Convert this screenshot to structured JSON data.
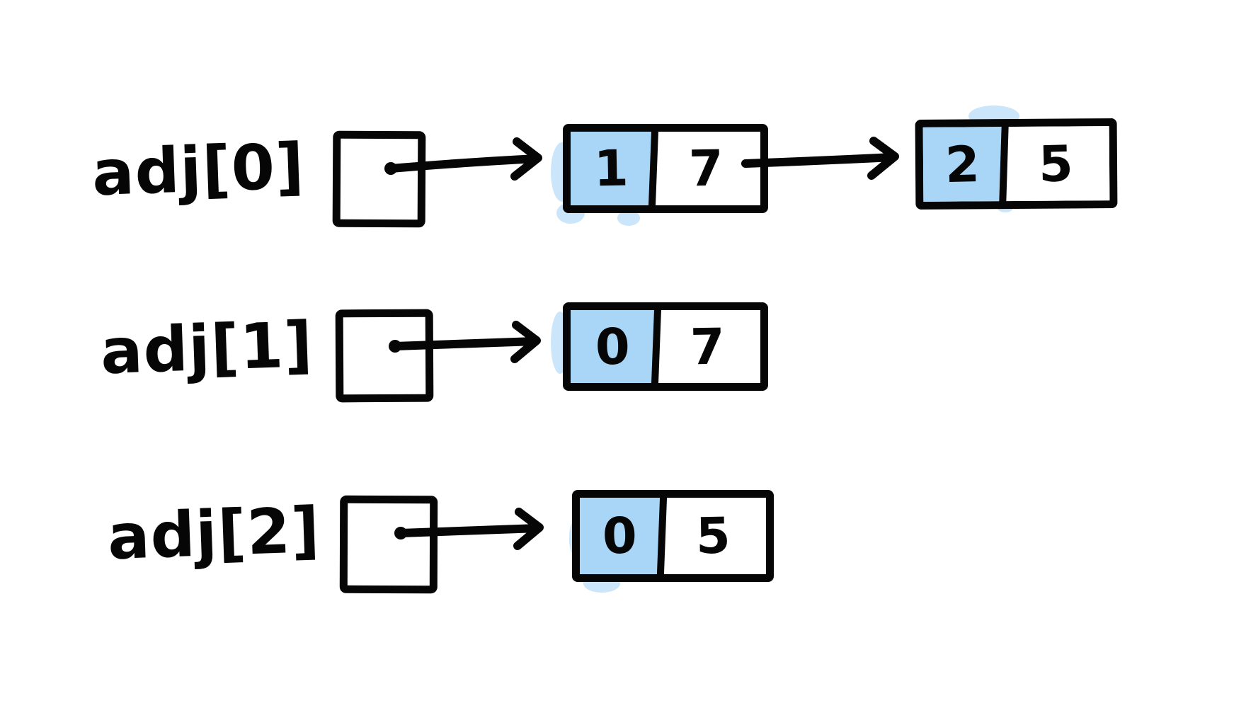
{
  "diagram": {
    "kind": "adjacency-list-linked-list",
    "accent_color": "#a9d5f7",
    "stroke_color": "#060606",
    "spill_color": "#c2e1fa"
  },
  "rows": [
    {
      "label": "adj[0]",
      "nodes": [
        {
          "vertex": "1",
          "weight": "7"
        },
        {
          "vertex": "2",
          "weight": "5"
        }
      ]
    },
    {
      "label": "adj[1]",
      "nodes": [
        {
          "vertex": "0",
          "weight": "7"
        }
      ]
    },
    {
      "label": "adj[2]",
      "nodes": [
        {
          "vertex": "0",
          "weight": "5"
        }
      ]
    }
  ]
}
